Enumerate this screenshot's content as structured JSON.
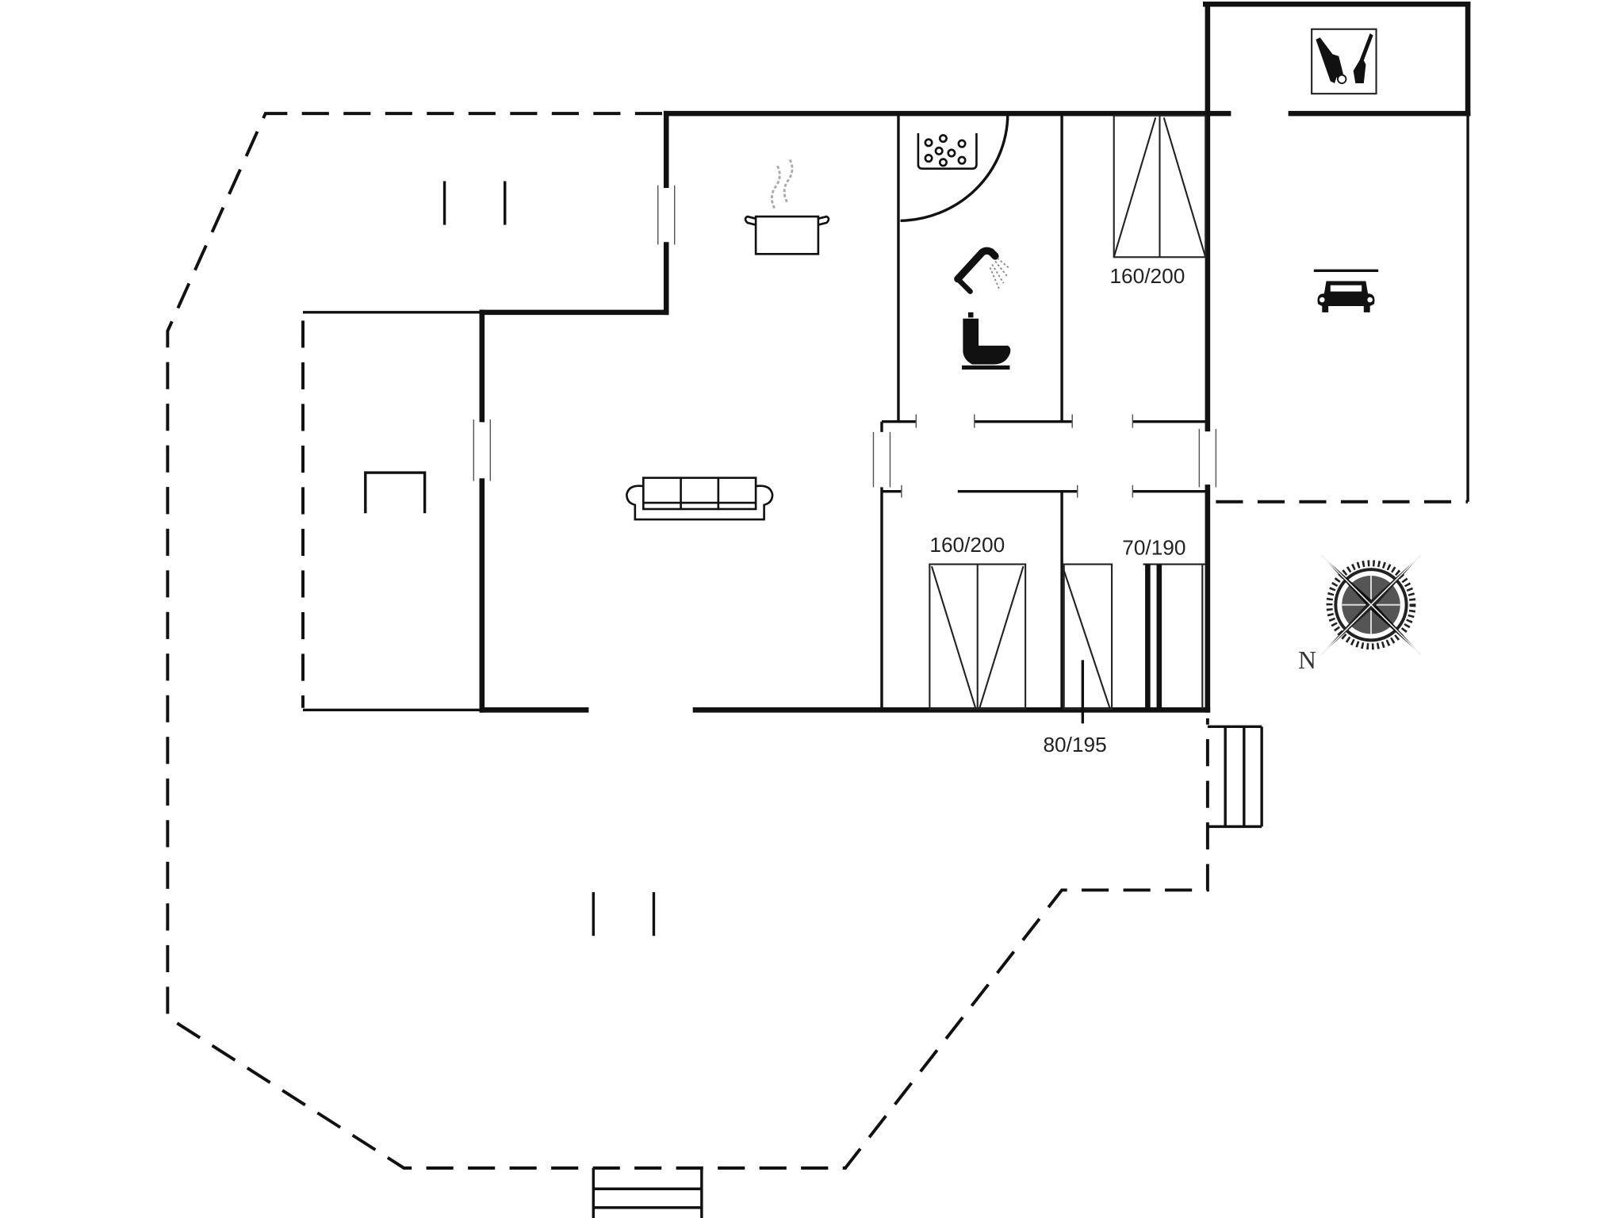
{
  "diagram": {
    "type": "floor-plan",
    "background": "#ffffff",
    "wall_color": "#111111"
  },
  "rooms": [
    {
      "id": "kitchen",
      "icon": "cooking-pot-icon"
    },
    {
      "id": "living-room",
      "icon": "sofa-icon"
    },
    {
      "id": "dining-annex",
      "icon": "table-icon"
    },
    {
      "id": "bathroom",
      "icon": "bathtub-icon",
      "extra_icons": [
        "shower-icon",
        "toilet-icon"
      ]
    },
    {
      "id": "bedroom-1",
      "icon": "double-bed-icon",
      "bed_size": "160/200"
    },
    {
      "id": "bedroom-2",
      "icon": "double-bed-icon",
      "bed_size": "160/200"
    },
    {
      "id": "bedroom-3",
      "icon": "bunk-bed-icon",
      "bed_sizes": [
        "80/195",
        "70/190"
      ]
    },
    {
      "id": "carport",
      "icon": "car-icon"
    },
    {
      "id": "utility",
      "icon": "washing-machine-icon"
    },
    {
      "id": "terrace",
      "icon": "terrace-marks-icon"
    }
  ],
  "labels": {
    "bed1": "160/200",
    "bed2": "160/200",
    "bed3a": "70/190",
    "bed3b": "80/195",
    "north": "N"
  }
}
